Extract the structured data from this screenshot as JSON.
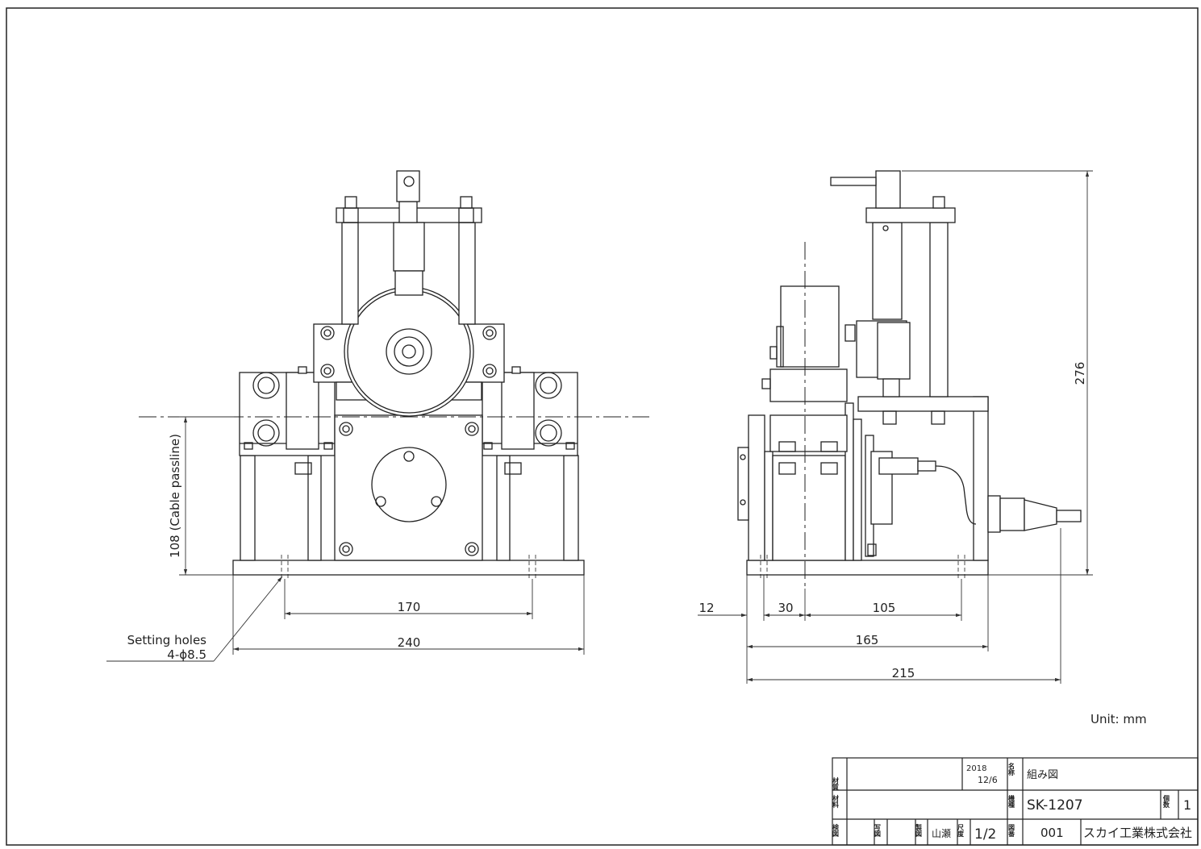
{
  "dimensions": {
    "front_passline": "108 (Cable passline)",
    "front_hole_pitch": "170",
    "front_base_width": "240",
    "setting_holes_line1": "Setting holes",
    "setting_holes_line2": "4-ϕ8.5",
    "side_offset": "12",
    "side_hole_edge": "30",
    "side_hole_pitch": "105",
    "side_base_depth": "165",
    "side_overall_depth": "215",
    "side_height": "276"
  },
  "unit_note": "Unit: mm",
  "title_block": {
    "material_label": "材質",
    "material_value": "",
    "date_year": "2018",
    "date_day": "12/6",
    "name_label": "名称",
    "name_value": "組み図",
    "material2_label": "材料",
    "material2_value": "",
    "type_label": "機種",
    "type_value": "SK-1207",
    "count_label": "個数",
    "count_value": "1",
    "check_label": "検図",
    "trace_label": "写図",
    "drawn_label": "製図",
    "drawn_value": "山瀬",
    "scale_label": "尺度",
    "scale_value": "1/2",
    "drawing_no_label": "図番",
    "drawing_no_value": "001",
    "company": "スカイ工業株式会社"
  }
}
